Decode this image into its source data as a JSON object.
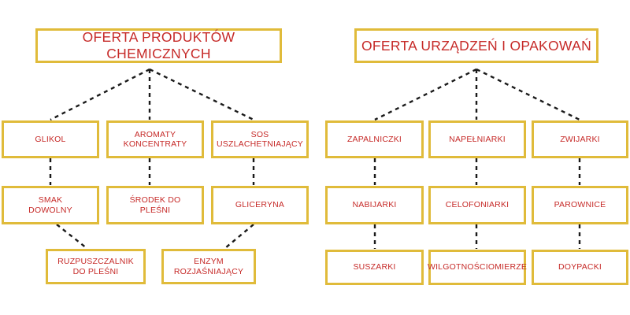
{
  "diagram": {
    "type": "org-chart",
    "background_color": "#ffffff",
    "box_border_color": "#e0bb3a",
    "text_color": "#c62a28",
    "connector_color": "#1a1a1a",
    "connector_style": "dashed",
    "trees": [
      {
        "id": "chemical-products",
        "header": {
          "label": "OFERTA PRODUKTÓW CHEMICZNYCH"
        },
        "columns": [
          {
            "id": "glikol",
            "nodes": [
              {
                "label": "GLIKOL"
              },
              {
                "label": "SMAK\nDOWOLNY"
              }
            ]
          },
          {
            "id": "aromaty",
            "nodes": [
              {
                "label": "AROMATY\nKONCENTRATY"
              },
              {
                "label": "ŚRODEK DO\nPLEŚNI"
              }
            ]
          },
          {
            "id": "sos",
            "nodes": [
              {
                "label": "SOS\nUSZLACHETNIAJĄCY"
              },
              {
                "label": "GLICERYNA"
              }
            ]
          }
        ],
        "bottom_nodes": [
          {
            "label": "RUZPUSZCZALNIK\nDO PLEŚNI"
          },
          {
            "label": "ENZYM\nROZJAŚNIAJĄCY"
          }
        ]
      },
      {
        "id": "devices-packaging",
        "header": {
          "label": "OFERTA URZĄDZEŃ I OPAKOWAŃ"
        },
        "columns": [
          {
            "id": "zapalniczki",
            "nodes": [
              {
                "label": "ZAPALNICZKI"
              },
              {
                "label": "NABIJARKI"
              },
              {
                "label": "SUSZARKI"
              }
            ]
          },
          {
            "id": "napelniarki",
            "nodes": [
              {
                "label": "NAPEŁNIARKI"
              },
              {
                "label": "CELOFONIARKI"
              },
              {
                "label": "WILGOTNOŚCIOMIERZE"
              }
            ]
          },
          {
            "id": "zwijarki",
            "nodes": [
              {
                "label": "ZWIJARKI"
              },
              {
                "label": "PAROWNICE"
              },
              {
                "label": "DOYPACKI"
              }
            ]
          }
        ]
      }
    ]
  }
}
